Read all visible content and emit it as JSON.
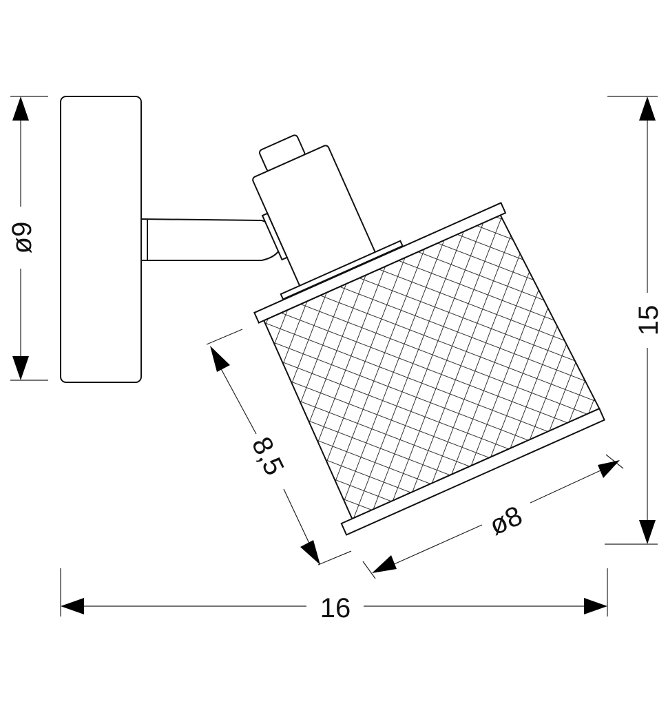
{
  "dimensions": {
    "base_diameter": "ø9",
    "total_height": "15",
    "total_width": "16",
    "shade_height": "8,5",
    "shade_diameter": "ø8"
  },
  "colors": {
    "line": "#111111",
    "background": "#ffffff"
  }
}
